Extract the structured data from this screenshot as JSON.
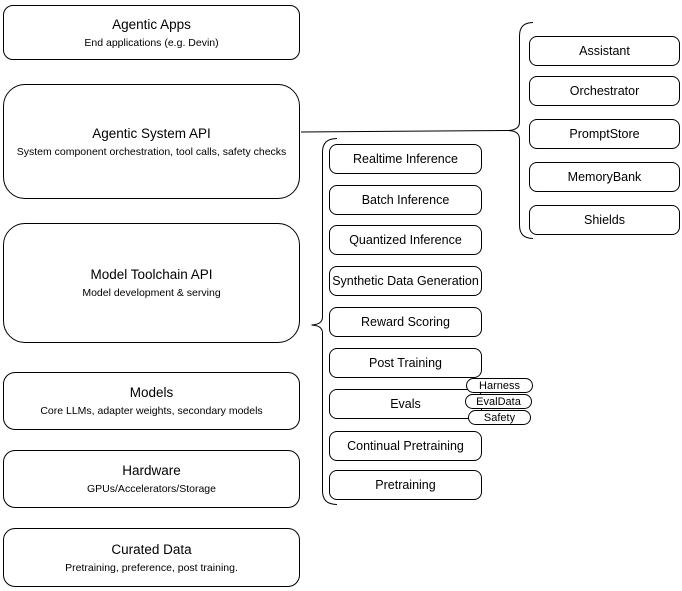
{
  "colors": {
    "stroke": "#000000",
    "fill": "#ffffff",
    "text": "#000000"
  },
  "stack": {
    "boxes": [
      {
        "title": "Agentic Apps",
        "subtitle": "End applications (e.g. Devin)"
      },
      {
        "title": "Agentic System API",
        "subtitle": "System component orchestration, tool calls, safety checks"
      },
      {
        "title": "Model Toolchain API",
        "subtitle": "Model development & serving"
      },
      {
        "title": "Models",
        "subtitle": "Core LLMs, adapter weights, secondary models"
      },
      {
        "title": "Hardware",
        "subtitle": "GPUs/Accelerators/Storage"
      },
      {
        "title": "Curated Data",
        "subtitle": "Pretraining, preference, post training."
      }
    ]
  },
  "toolchain": {
    "items": [
      {
        "label": "Realtime Inference"
      },
      {
        "label": "Batch Inference"
      },
      {
        "label": "Quantized Inference"
      },
      {
        "label": "Synthetic Data Generation"
      },
      {
        "label": "Reward Scoring"
      },
      {
        "label": "Post Training"
      },
      {
        "label": "Evals"
      },
      {
        "label": "Continual Pretraining"
      },
      {
        "label": "Pretraining"
      }
    ],
    "evals_badges": [
      {
        "label": "Harness"
      },
      {
        "label": "EvalData"
      },
      {
        "label": "Safety"
      }
    ]
  },
  "system_components": {
    "items": [
      {
        "label": "Assistant"
      },
      {
        "label": "Orchestrator"
      },
      {
        "label": "PromptStore"
      },
      {
        "label": "MemoryBank"
      },
      {
        "label": "Shields"
      }
    ]
  }
}
